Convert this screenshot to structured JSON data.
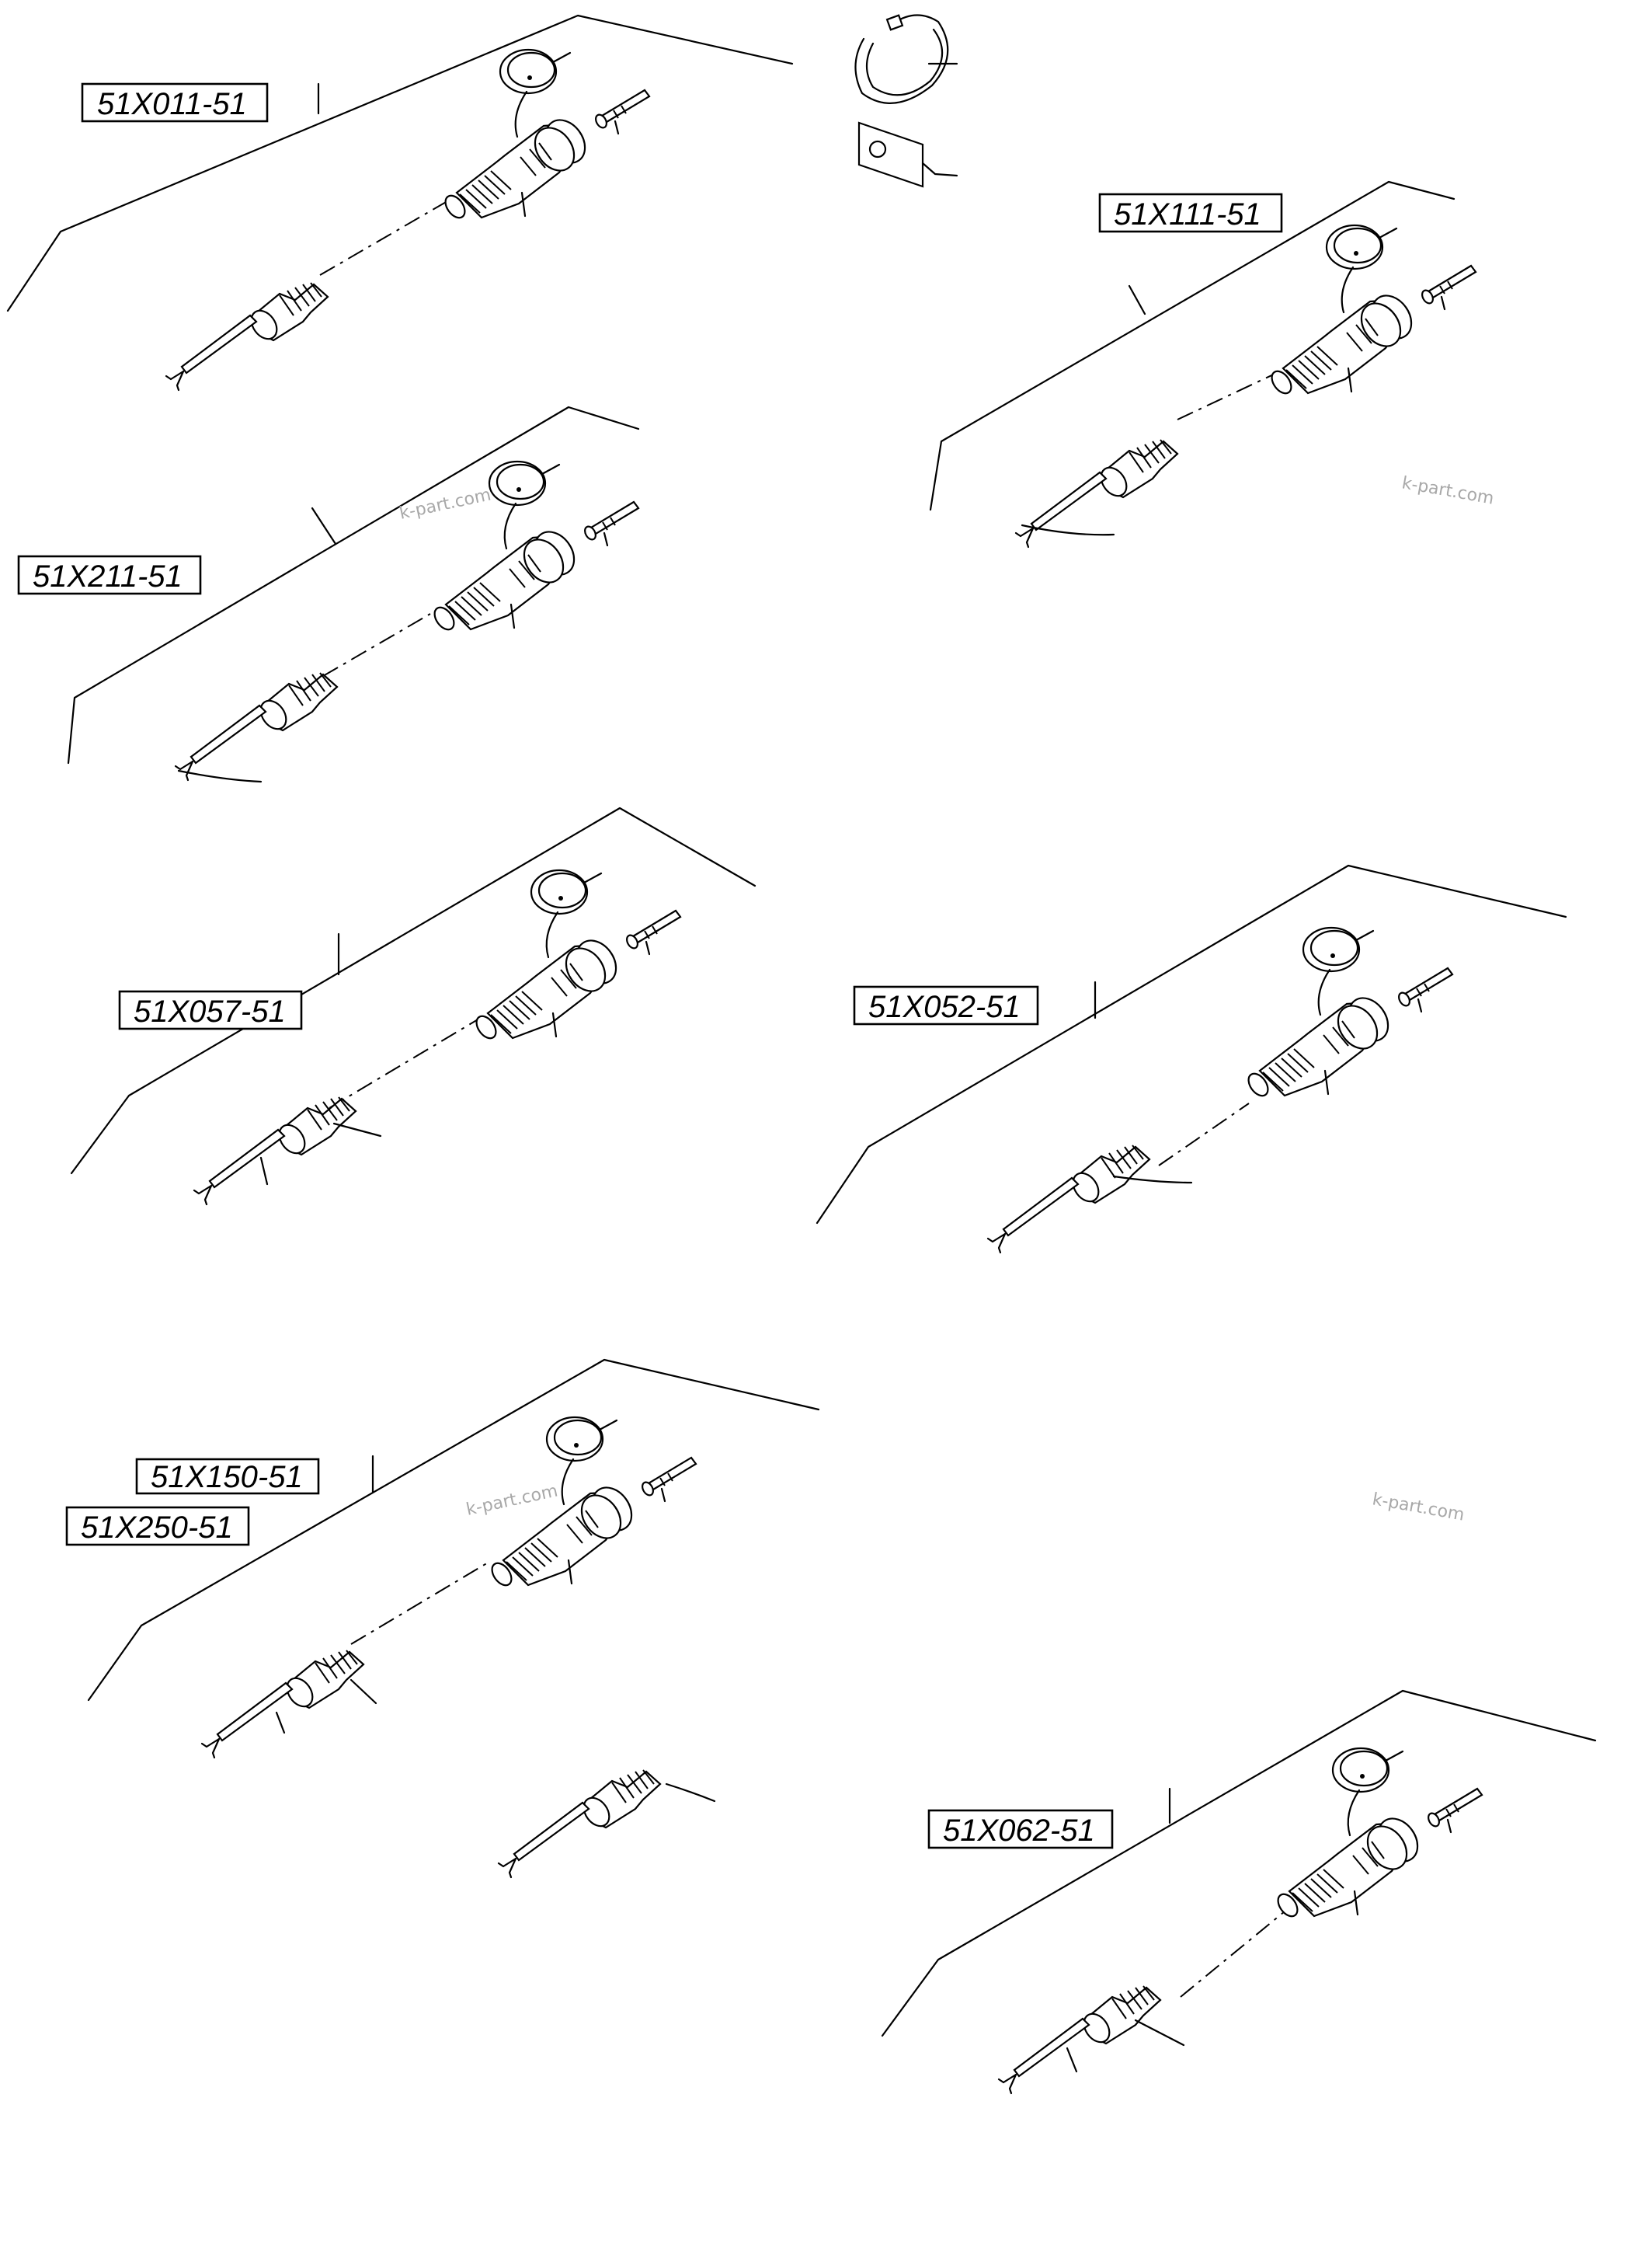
{
  "assemblies": [
    {
      "code": "51X011-51"
    },
    {
      "code": "51X111-51"
    },
    {
      "code": "51X211-51"
    },
    {
      "code": "51X057-51"
    },
    {
      "code": "51X052-51"
    },
    {
      "code": "51X150-51"
    },
    {
      "code": "51X250-51"
    },
    {
      "code": "51X062-51"
    }
  ],
  "watermark": "k-part.com"
}
